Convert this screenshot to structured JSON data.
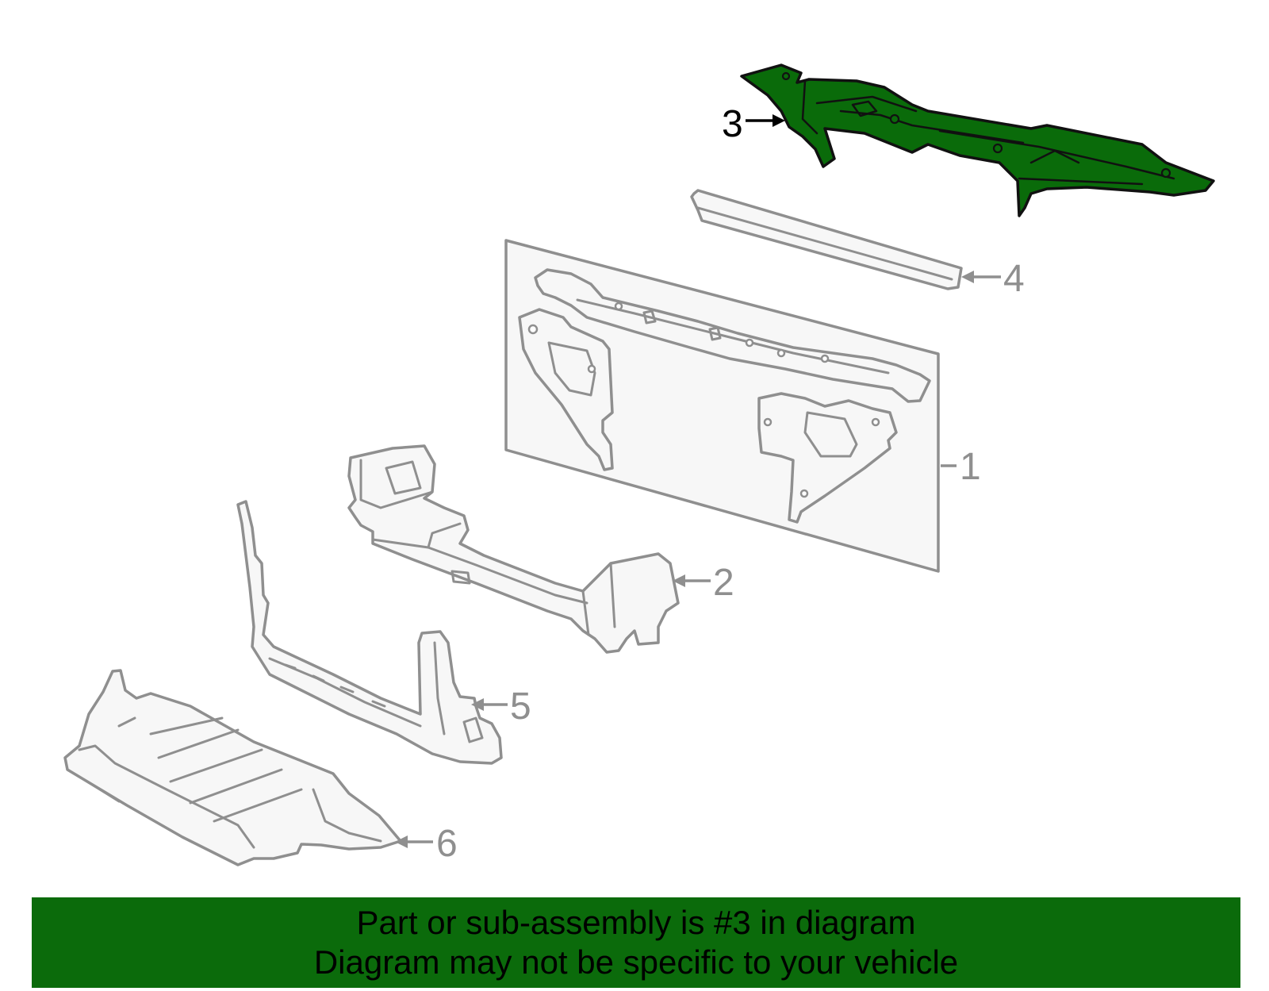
{
  "callouts": {
    "part1": "1",
    "part2": "2",
    "part3": "3",
    "part4": "4",
    "part5": "5",
    "part6": "6"
  },
  "highlighted_part": "3",
  "colors": {
    "highlight_fill": "#0a6b0a",
    "part_outline": "#8f8f8f",
    "banner_background": "#0b6b0b"
  },
  "banner": {
    "line1": "Part or sub-assembly is #3 in diagram",
    "line2": "Diagram may not be specific to your vehicle"
  }
}
